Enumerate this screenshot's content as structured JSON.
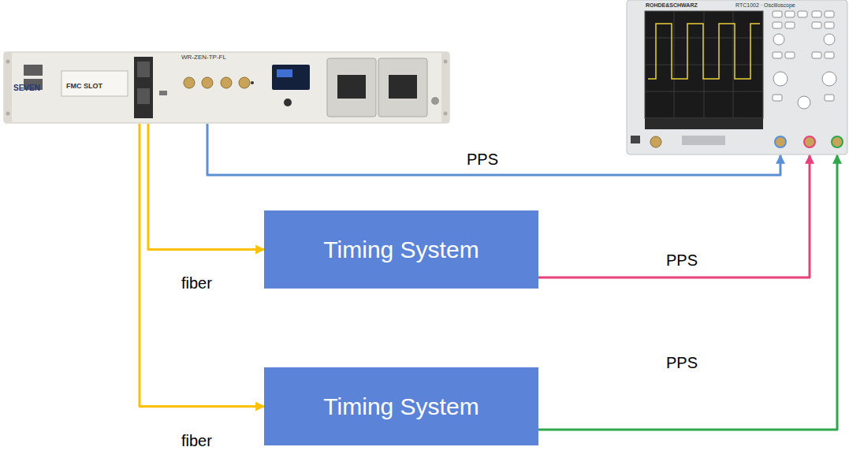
{
  "diagram": {
    "nodes": [
      {
        "text": [
          "SEVEN",
          "FMC SLOT",
          "WR-ZEN-TP-FL"
        ]
      },
      {
        "text": [
          "ROHDE&SCHWARZ",
          "RTC1002 · Oscilloscope"
        ]
      },
      {
        "text": [
          "Timing System"
        ]
      },
      {
        "text": [
          "Timing System"
        ]
      }
    ],
    "edges": [
      {
        "from": 0,
        "to": 2,
        "label": "fiber",
        "arrow": "to"
      },
      {
        "from": 0,
        "to": 3,
        "label": "fiber",
        "arrow": "to"
      },
      {
        "from": 0,
        "to": 1,
        "label": "PPS",
        "arrow": "to"
      },
      {
        "from": 2,
        "to": 1,
        "label": "PPS",
        "arrow": "to"
      },
      {
        "from": 3,
        "to": 1,
        "label": "PPS",
        "arrow": "to"
      }
    ]
  }
}
